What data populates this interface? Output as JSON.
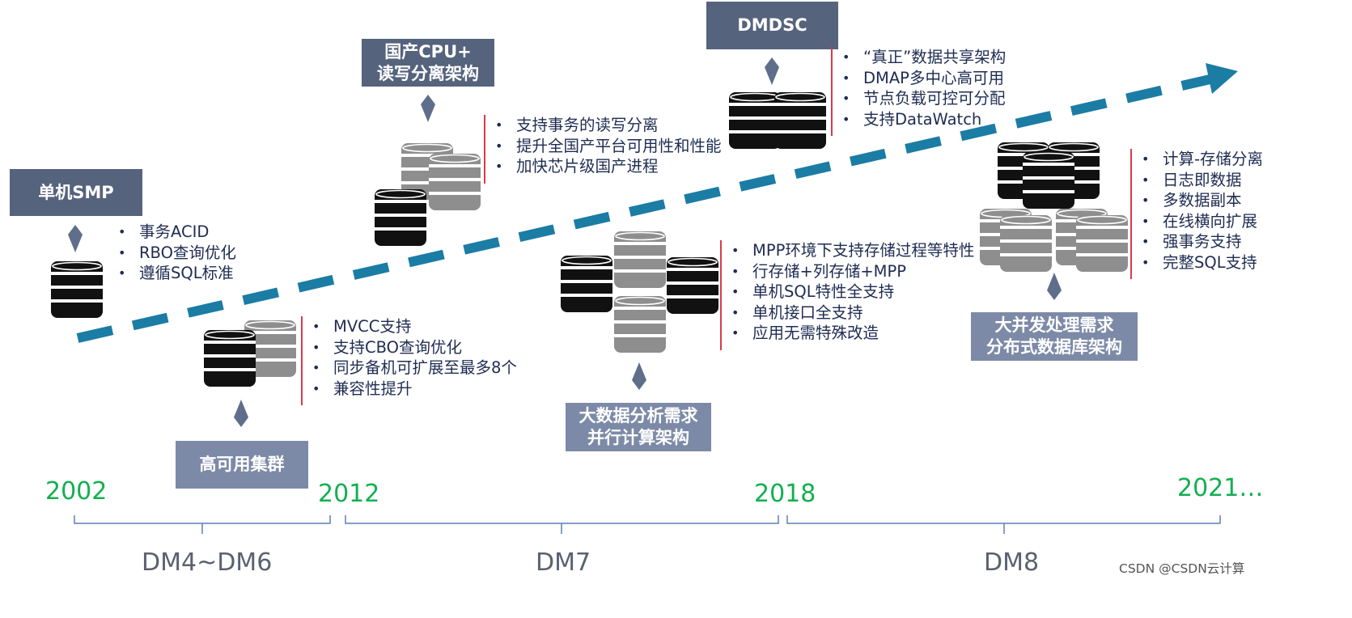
{
  "stages": {
    "smp": {
      "title": "单机SMP",
      "features": [
        "事务ACID",
        "RBO查询优化",
        "遵循SQL标准"
      ]
    },
    "ha": {
      "title": "高可用集群",
      "features": [
        "MVCC支持",
        "支持CBO查询优化",
        "同步备机可扩展至最多8个",
        "兼容性提升"
      ]
    },
    "cpu": {
      "title_line1": "国产CPU+",
      "title_line2": "读写分离架构",
      "features": [
        "支持事务的读写分离",
        "提升全国产平台可用性和性能",
        "加快芯片级国产进程"
      ]
    },
    "mpp": {
      "title_line1": "大数据分析需求",
      "title_line2": "并行计算架构",
      "features": [
        "MPP环境下支持存储过程等特性",
        "行存储+列存储+MPP",
        "单机SQL特性全支持",
        "单机接口全支持",
        "应用无需特殊改造"
      ]
    },
    "dsc": {
      "title": "DMDSC",
      "features": [
        "“真正”数据共享架构",
        "DMAP多中心高可用",
        "节点负载可控可分配",
        "支持DataWatch"
      ]
    },
    "dist": {
      "title_line1": "大并发处理需求",
      "title_line2": "分布式数据库架构",
      "features": [
        "计算-存储分离",
        "日志即数据",
        "多数据副本",
        "在线横向扩展",
        "强事务支持",
        "完整SQL支持"
      ]
    }
  },
  "timeline": {
    "years": [
      "2002",
      "2012",
      "2018",
      "2021…"
    ],
    "versions": [
      "DM4~DM6",
      "DM7",
      "DM8"
    ]
  },
  "watermark": "CSDN @CSDN云计算",
  "colors": {
    "arrow": "#1b7ca4",
    "dark_label": "#55637d",
    "light_label": "#7d8aa7",
    "year": "#12b050",
    "feature_text": "#1f2c52",
    "divider": "#d93a4a",
    "db_black": "#111111",
    "db_gray": "#8e8e8e"
  }
}
